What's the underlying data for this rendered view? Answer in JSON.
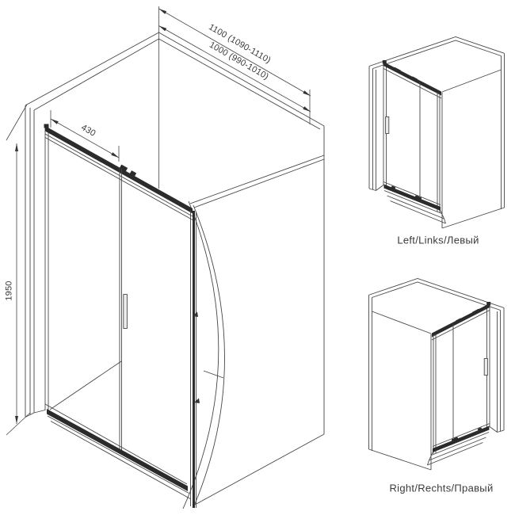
{
  "page": {
    "background": "#ffffff"
  },
  "main_drawing": {
    "dimensions": {
      "width_option_1": "1100 (1090-1110)",
      "width_option_2": "1000 (990-1010)",
      "entry_width": "430",
      "height": "1950"
    }
  },
  "variants": {
    "left": {
      "label": "Left/Links/Левый"
    },
    "right": {
      "label": "Right/Rechts/Правый"
    }
  },
  "colors": {
    "line": "#474747",
    "dark_profile": "#2b2b2b",
    "text": "#383838",
    "background": "#ffffff"
  }
}
